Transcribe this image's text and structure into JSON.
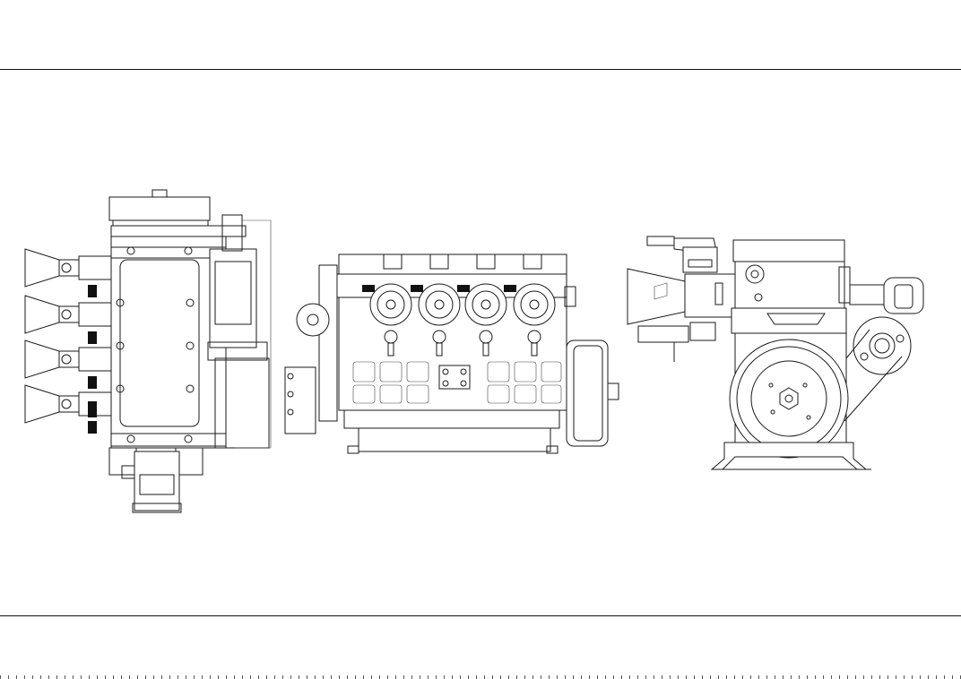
{
  "drawing": {
    "views": [
      "top-view",
      "side-view",
      "front-view"
    ],
    "colors": {
      "line": "#1a1a1a",
      "background": "#ffffff"
    }
  }
}
